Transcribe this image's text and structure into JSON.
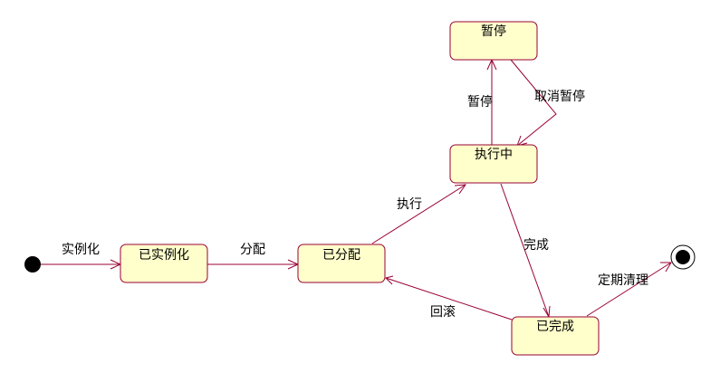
{
  "states": {
    "instantiated": "已实例化",
    "assigned": "已分配",
    "executing": "执行中",
    "paused": "暂停",
    "completed": "已完成"
  },
  "transitions": {
    "instantiate": "实例化",
    "assign": "分配",
    "execute": "执行",
    "pause": "暂停",
    "cancel_pause": "取消暂停",
    "complete": "完成",
    "rollback": "回滚",
    "periodic_cleanup": "定期清理"
  },
  "colors": {
    "state_fill": "#ffffcc",
    "state_border": "#990033",
    "transition": "#990033",
    "text": "#000000"
  }
}
